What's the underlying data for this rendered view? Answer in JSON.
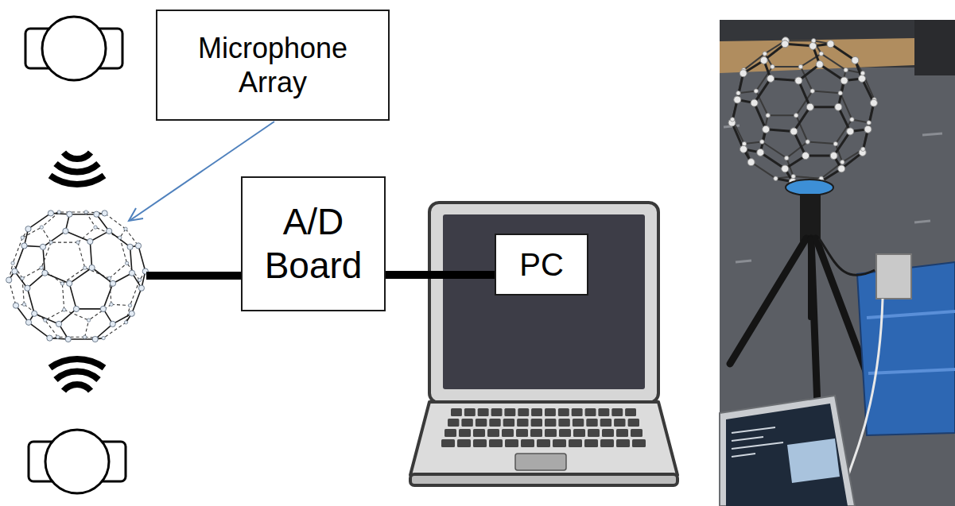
{
  "diagram": {
    "nodes": [
      {
        "text": [
          "Microphone Array"
        ]
      },
      {
        "text": [
          "A/D Board"
        ]
      },
      {
        "text": [
          "PC"
        ]
      }
    ],
    "edges": [
      {
        "from": 1,
        "to": 2,
        "arrow": "none"
      }
    ]
  }
}
